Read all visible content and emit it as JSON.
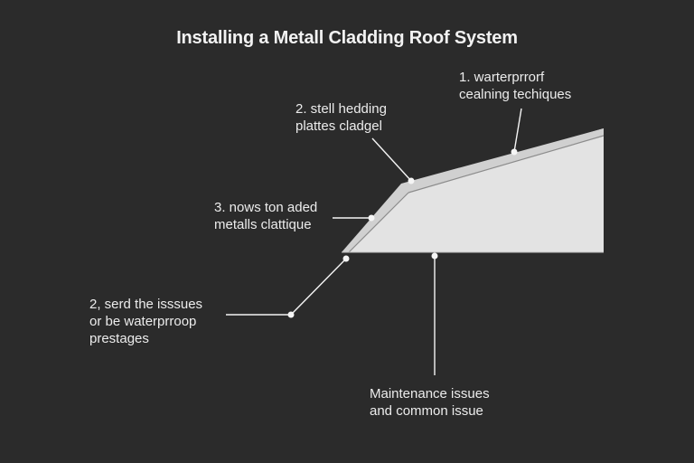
{
  "title": "Installing a Metall Cladding Roof System",
  "callouts": {
    "waterproof": {
      "line1": "1. warterprrorf",
      "line2": "cealning techiques"
    },
    "steel": {
      "line1": "2. stell hedding",
      "line2": "plattes cladgel"
    },
    "metals": {
      "line1": "3. nows ton aded",
      "line2": "metalls clattique"
    },
    "issues": {
      "line1": "2, serd the isssues",
      "line2": "or be waterprroop",
      "line3": "prestages"
    },
    "maintenance": {
      "line1": "Maintenance issues",
      "line2": "and common issue"
    }
  },
  "colors": {
    "background": "#2b2b2b",
    "roof_fill": "#e3e3e3",
    "roof_edge": "#c9c9c9",
    "leader": "#f5f5f5",
    "text": "#ececec"
  }
}
